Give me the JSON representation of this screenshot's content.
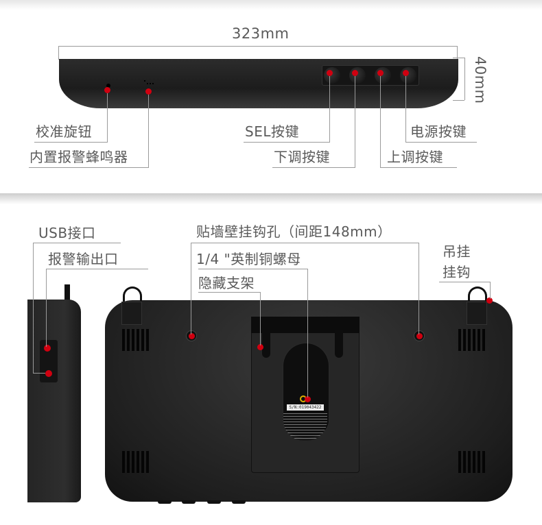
{
  "top_view": {
    "width_dimension": "323mm",
    "height_dimension": "40mm",
    "labels": {
      "calibration_knob": "校准旋钮",
      "buzzer": "内置报警蜂鸣器",
      "sel_button": "SEL按键",
      "down_button": "下调按键",
      "up_button": "上调按键",
      "power_button": "电源按键"
    }
  },
  "bottom_view": {
    "labels": {
      "usb_port": "USB接口",
      "alarm_output": "报警输出口",
      "wall_holes": "贴墙壁挂钩孔（间距148mm）",
      "nut": "1/4 \"英制铜螺母",
      "stand": "隐藏支架",
      "hanging_hook_line1": "吊挂",
      "hanging_hook_line2": "挂钩"
    },
    "serial_number": "S/N:019043422"
  },
  "colors": {
    "marker": "#d00010",
    "device": "#222222",
    "leader_line": "#9a9a9a",
    "label_text": "#5a5a5a"
  }
}
